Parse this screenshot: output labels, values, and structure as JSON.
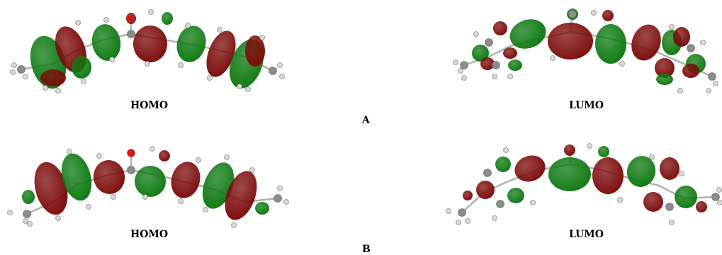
{
  "figure": {
    "panel_a": {
      "letter": "A",
      "homo_label": "HOMO",
      "lumo_label": "LUMO"
    },
    "panel_b": {
      "letter": "B",
      "homo_label": "HOMO",
      "lumo_label": "LUMO"
    }
  },
  "colors": {
    "lobe_positive": "#0f7a12",
    "lobe_negative": "#7d0c0c",
    "carbon_atom": "#8c8c8c",
    "hydrogen_atom": "#d9d9d9",
    "oxygen_atom": "#e01010",
    "bond": "#b0b0b0"
  }
}
